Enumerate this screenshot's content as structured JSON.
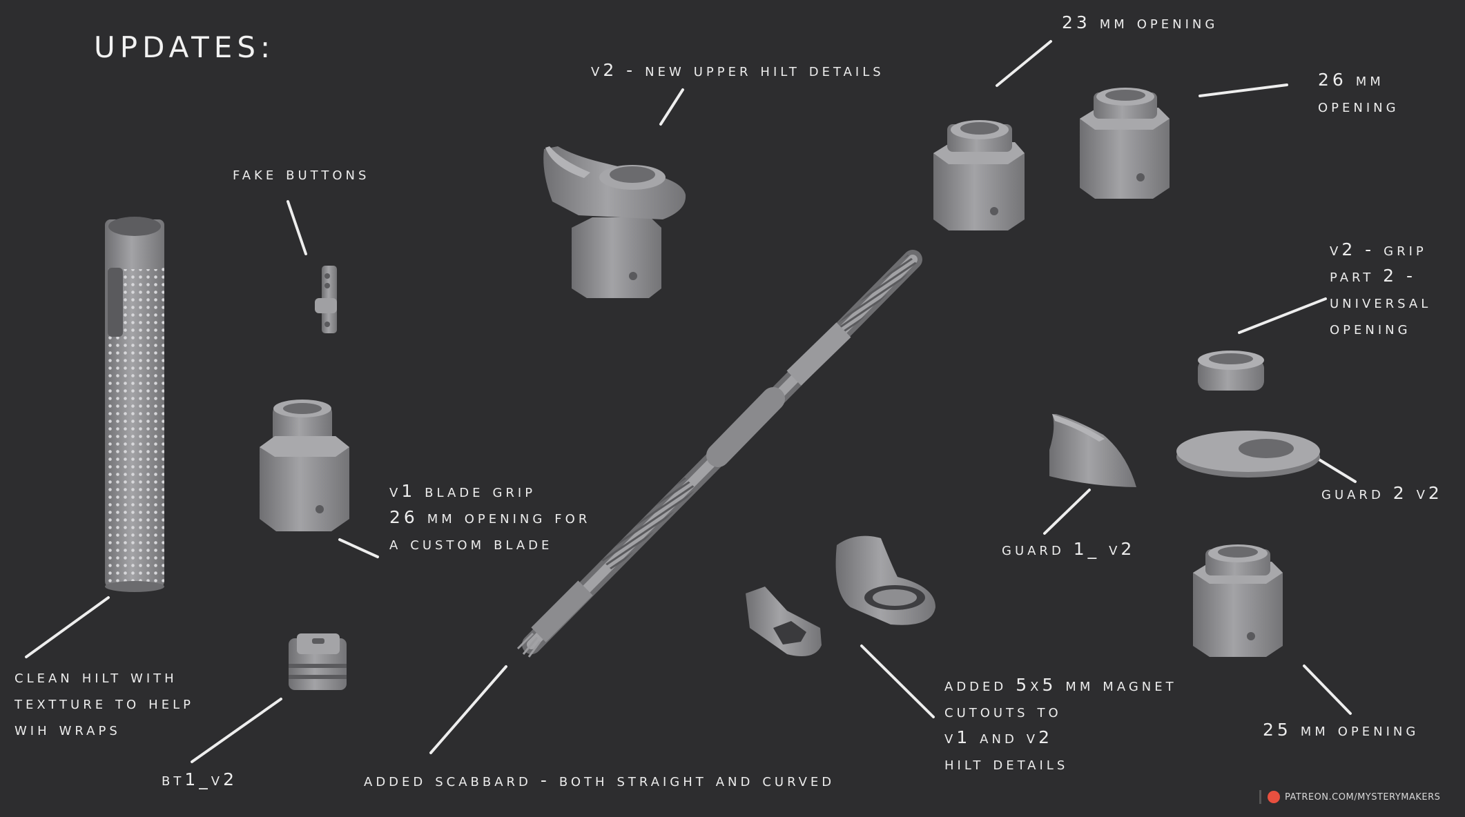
{
  "title": "UPDATES:",
  "labels": {
    "fake_buttons": "FAKE BUTTONS",
    "v2_upper_hilt": "V2 - NEW UPPER HILT DETAILS",
    "opening_23": "23 MM OPENING",
    "opening_26": [
      "26 MM",
      "OPENING"
    ],
    "v2_grip_part2": [
      "V2 - GRIP",
      "PART 2 -",
      "UNIVERSAL",
      "OPENING"
    ],
    "v1_blade_grip": [
      "V1 BLADE GRIP",
      "26 MM OPENING FOR",
      "A CUSTOM BLADE"
    ],
    "guard_2": "GUARD 2 V2",
    "guard_1": "GUARD 1_ V2",
    "clean_hilt": [
      "CLEAN HILT WITH",
      "TEXTTURE TO HELP",
      "WIH WRAPS"
    ],
    "bt1": "BT1_V2",
    "scabbard": "ADDED SCABBARD - BOTH STRAIGHT AND CURVED",
    "magnet": [
      "ADDED 5X5 MM MAGNET",
      "CUTOUTS TO",
      "V1 AND V2",
      "HILT DETAILS"
    ],
    "opening_25": "25 MM OPENING"
  },
  "credit": {
    "text": "PATREON.COM/MYSTERYMAKERS",
    "icon": "patreon-icon",
    "color": "#e8503f"
  },
  "colors": {
    "background": "#2d2d2f",
    "text": "#ededed",
    "model": "#8c8c8e"
  }
}
